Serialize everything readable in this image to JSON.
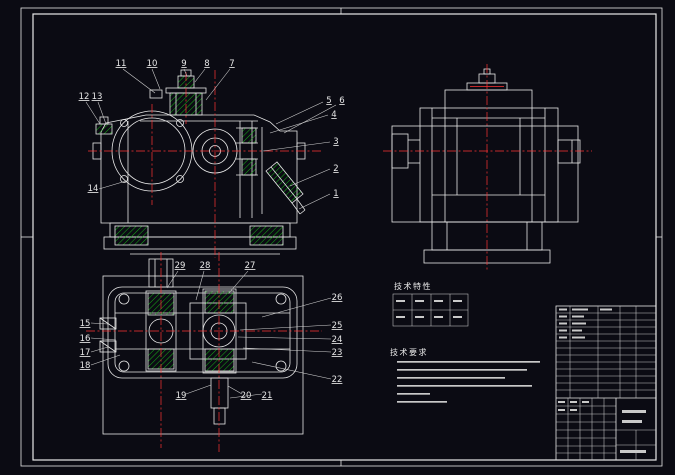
{
  "colors": {
    "background": "#0b0b13",
    "line": "#e8e8e8",
    "centerline": "#ff3434",
    "hatch": "#17c117",
    "text": "#e8e8e8"
  },
  "annotations": {
    "tech_table_title": "技术特性",
    "tech_req_title": "技术要求"
  },
  "callouts": [
    "1",
    "2",
    "3",
    "4",
    "5",
    "6",
    "7",
    "8",
    "9",
    "10",
    "11",
    "12",
    "13",
    "14",
    "15",
    "16",
    "17",
    "18",
    "19",
    "20",
    "21",
    "22",
    "23",
    "24",
    "25",
    "26",
    "27",
    "28",
    "29"
  ]
}
